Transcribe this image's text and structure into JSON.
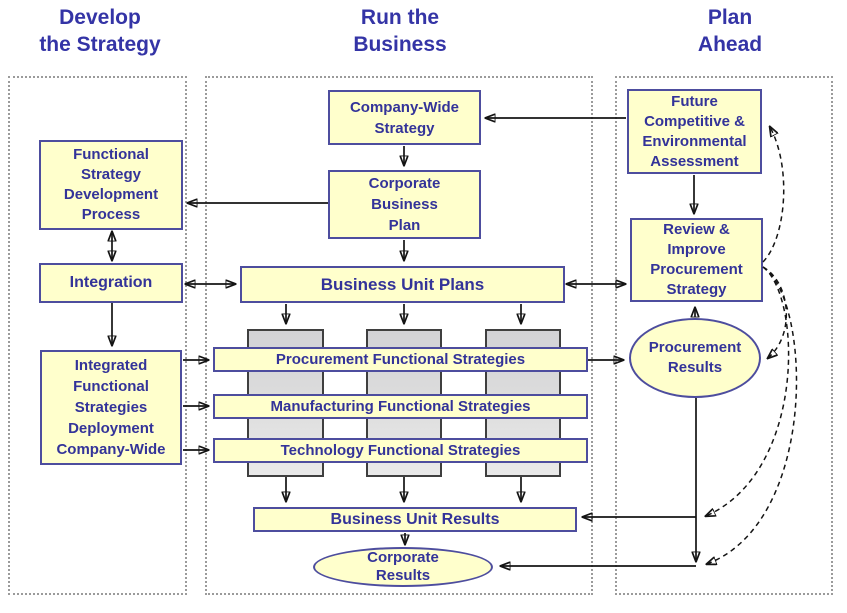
{
  "diagram": {
    "title": "Strategy development and deployment process flow",
    "columns": [
      {
        "header": "Develop\nthe Strategy"
      },
      {
        "header": "Run the\nBusiness"
      },
      {
        "header": "Plan\nAhead"
      }
    ],
    "nodes": {
      "functional_strategy_development_process": "Functional\nStrategy\nDevelopment\nProcess",
      "integration": "Integration",
      "integrated_functional_strategies_deployment": "Integrated\nFunctional\nStrategies\nDeployment\nCompany-Wide",
      "company_wide_strategy": "Company-Wide\nStrategy",
      "corporate_business_plan": "Corporate\nBusiness\nPlan",
      "business_unit_plans": "Business Unit Plans",
      "procurement_functional_strategies": "Procurement Functional Strategies",
      "manufacturing_functional_strategies": "Manufacturing Functional Strategies",
      "technology_functional_strategies": "Technology Functional Strategies",
      "business_unit_results": "Business Unit Results",
      "corporate_results": "Corporate\nResults",
      "future_competitive_environmental_assessment": "Future\nCompetitive &\nEnvironmental\nAssessment",
      "review_improve_procurement_strategy": "Review &\nImprove\nProcurement\nStrategy",
      "procurement_results": "Procurement\nResults"
    },
    "colors": {
      "node_fill": "#FFFFCC",
      "node_border": "#4D4D9E",
      "node_text": "#333399",
      "header_text": "#3434A6",
      "business_unit_fill": "#DBDBDB",
      "business_unit_border": "#3F3F3F",
      "connector": "#141414",
      "column_frame_border": "#9B9B9B"
    }
  }
}
